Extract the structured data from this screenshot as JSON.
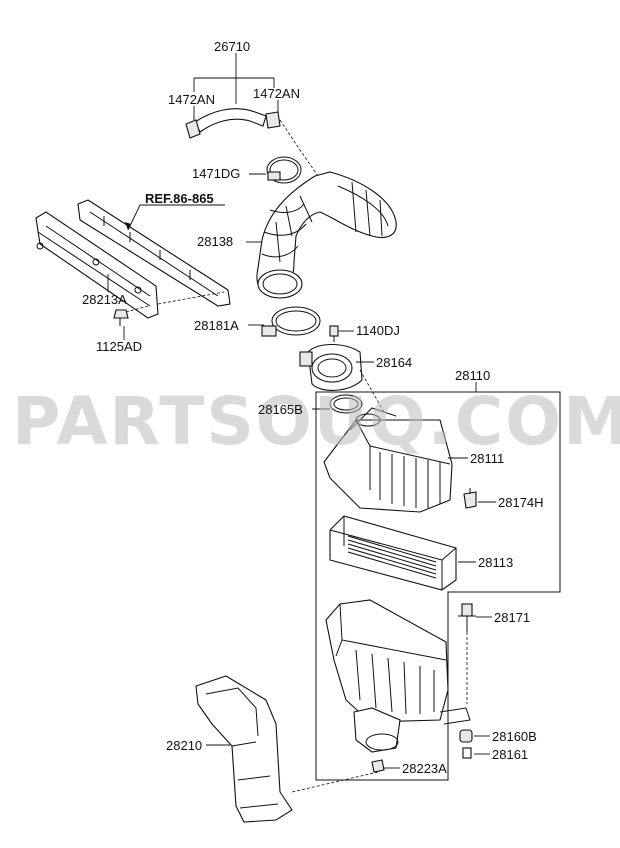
{
  "watermark": "PARTSOUQ.COM",
  "reference": "REF.86-865",
  "part_labels": {
    "p26710": "26710",
    "p1472an_left": "1472AN",
    "p1472an_right": "1472AN",
    "p1471dg": "1471DG",
    "p28138": "28138",
    "p28213a": "28213A",
    "p1125ad": "1125AD",
    "p28181a": "28181A",
    "p1140dj": "1140DJ",
    "p28164": "28164",
    "p28110": "28110",
    "p28165b": "28165B",
    "p28111": "28111",
    "p28174h": "28174H",
    "p28113": "28113",
    "p28171": "28171",
    "p28160b": "28160B",
    "p28161": "28161",
    "p28210": "28210",
    "p28223a": "28223A"
  },
  "colors": {
    "line": "#111111",
    "watermark": "#bdbdbd",
    "background": "#ffffff"
  }
}
